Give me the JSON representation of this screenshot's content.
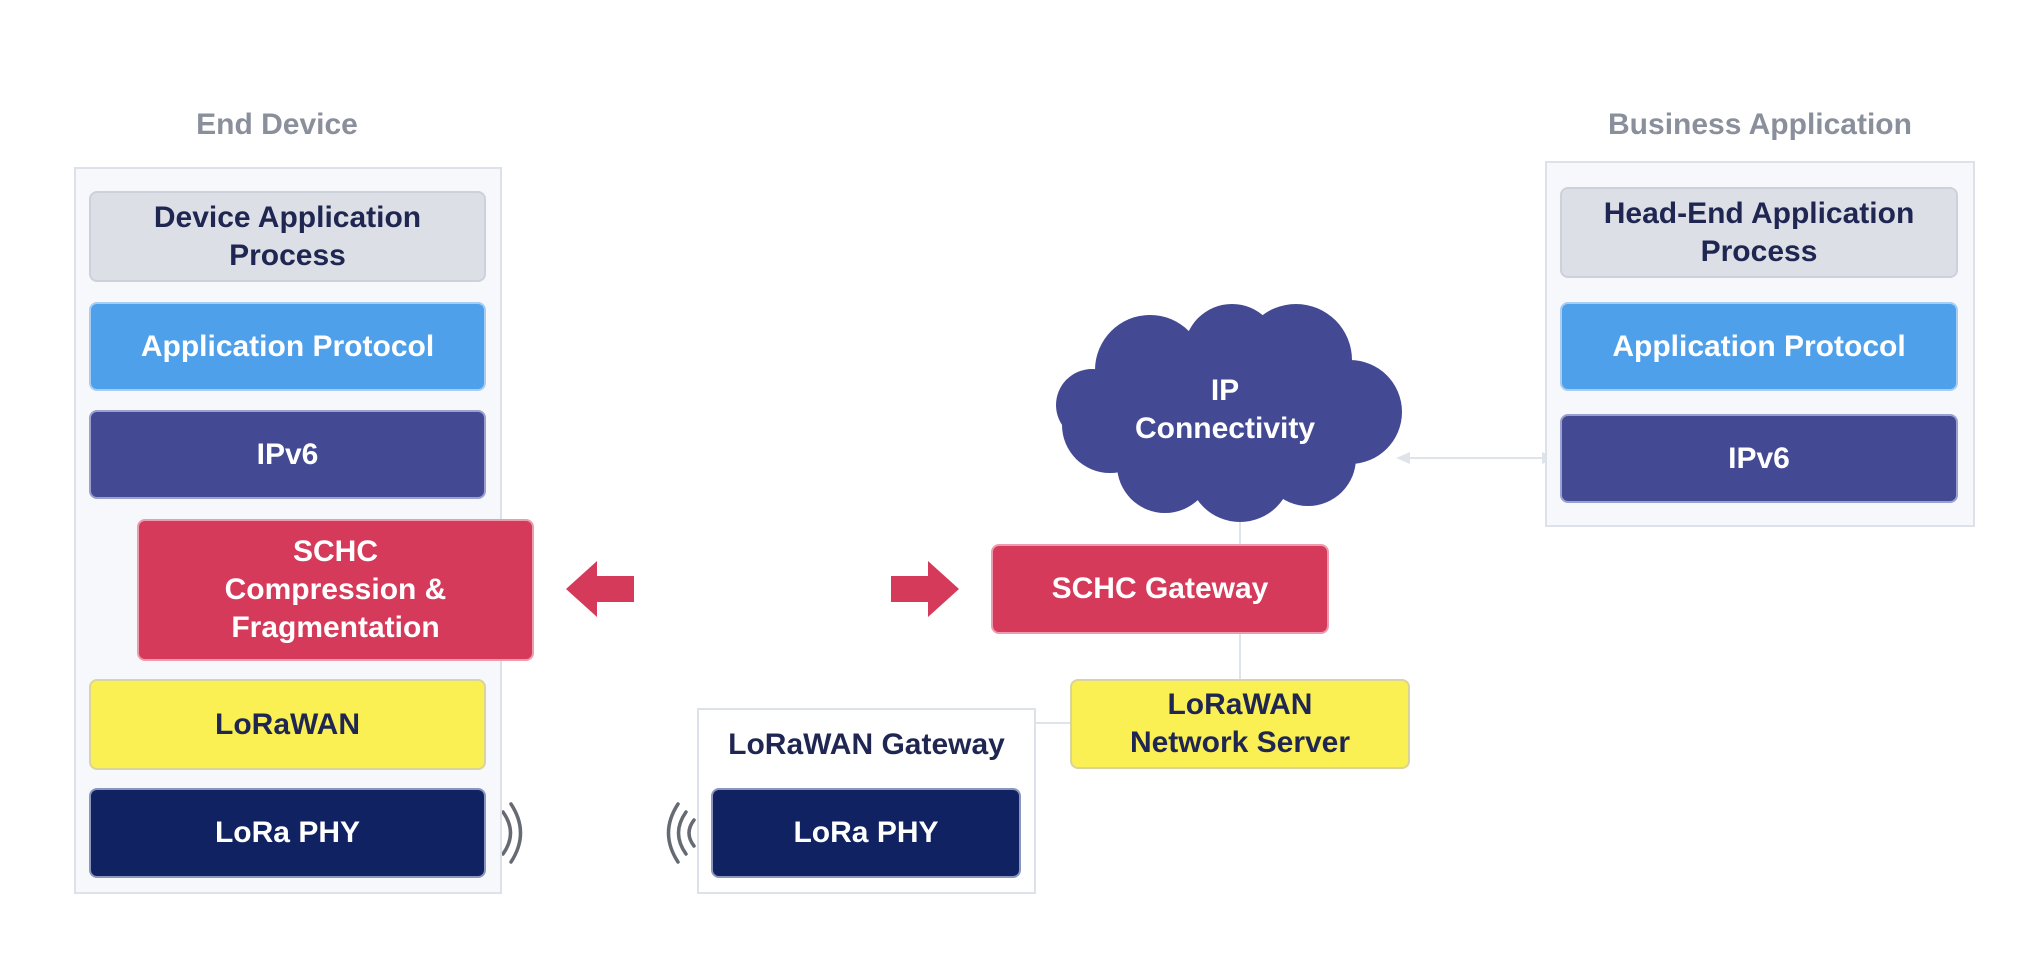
{
  "end_device": {
    "title": "End Device",
    "layers": {
      "app_process": "Device Application\nProcess",
      "app_protocol": "Application Protocol",
      "ipv6": "IPv6",
      "schc": "SCHC\nCompression &\nFragmentation",
      "lorawan": "LoRaWAN",
      "lora_phy": "LoRa PHY"
    }
  },
  "business_application": {
    "title": "Business Application",
    "layers": {
      "app_process": "Head-End Application\nProcess",
      "app_protocol": "Application Protocol",
      "ipv6": "IPv6"
    }
  },
  "cloud": {
    "label": "IP\nConnectivity"
  },
  "schc_gateway": {
    "label": "SCHC Gateway"
  },
  "network_server": {
    "label": "LoRaWAN\nNetwork Server"
  },
  "lorawan_gateway": {
    "title": "LoRaWAN Gateway",
    "lora_phy": "LoRa PHY"
  },
  "colors": {
    "gray": "#dcdfe5",
    "blue": "#4fa0ea",
    "indigo": "#434a93",
    "red": "#d63a5a",
    "yellow": "#faf053",
    "navy": "#102262"
  }
}
